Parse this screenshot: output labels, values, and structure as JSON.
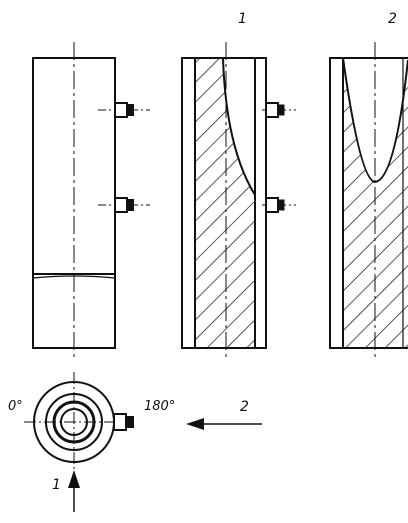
{
  "labels": {
    "section_1": "1",
    "section_2": "2",
    "angle_0": "0°",
    "angle_180": "180°",
    "arrow_2": "2",
    "arrow_1": "1"
  }
}
